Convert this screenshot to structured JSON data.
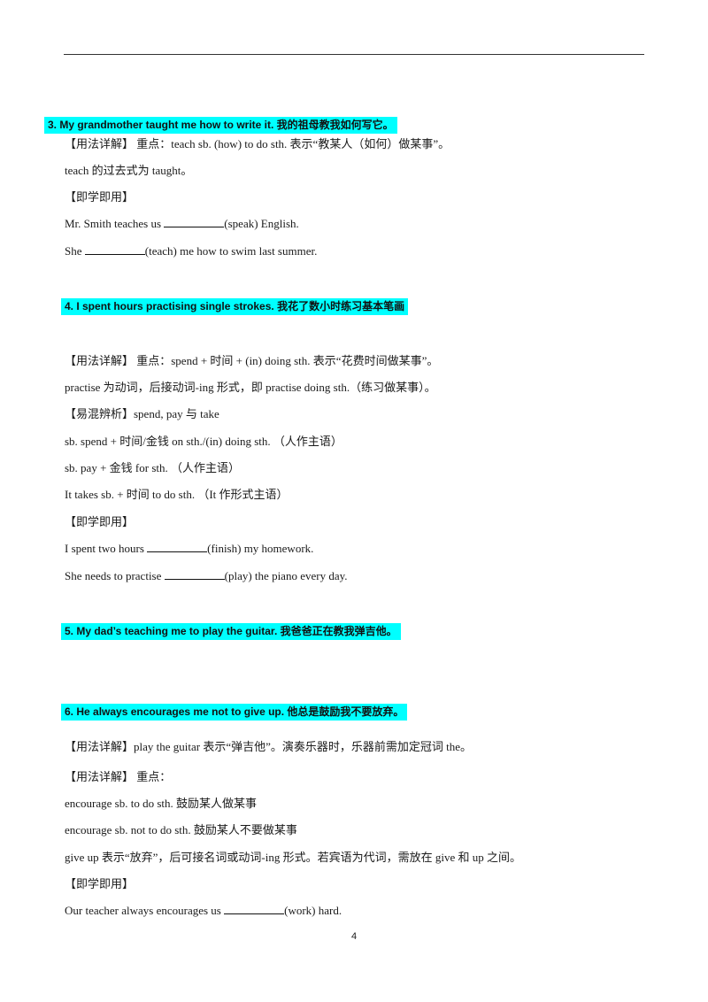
{
  "sec3": {
    "heading": "3. My grandmother taught me how to write it. 我的祖母教我如何写它。",
    "l1": "【用法详解】 重点：teach sb. (how) to do sth. 表示“教某人（如何）做某事”。",
    "l2": "teach 的过去式为  taught。",
    "l3": "【即学即用】",
    "e1a": "Mr. Smith teaches us ",
    "e1b": "(speak) English.",
    "e2a": "She ",
    "e2b": "(teach) me how to swim last summer."
  },
  "sec4": {
    "heading": "4. I spent hours practising single strokes.  我花了数小时练习基本笔画",
    "l1": "【用法详解】 重点：spend + 时间  + (in) doing sth. 表示“花费时间做某事”。",
    "l2": "practise 为动词，后接动词-ing 形式，即  practise doing sth.（练习做某事）。",
    "l3": "【易混辨析】spend, pay 与  take",
    "l4": "sb. spend + 时间/金钱  on sth./(in) doing sth. （人作主语）",
    "l5": "sb. pay + 金钱  for sth. （人作主语）",
    "l6": "It takes sb. + 时间  to do sth. （It 作形式主语）",
    "l7": "【即学即用】",
    "e1a": "I spent two hours ",
    "e1b": "(finish) my homework.",
    "e2a": "She needs to practise ",
    "e2b": "(play) the piano every day."
  },
  "sec5": {
    "heading": "5. My dad’s teaching me to play the guitar.  我爸爸正在教我弹吉他。"
  },
  "sec6": {
    "heading": "6. He always encourages me not to give up.  他总是鼓励我不要放弃。",
    "l1": "【用法详解】play the guitar 表示“弹吉他”。演奏乐器时，乐器前需加定冠词  the。",
    "l2": "【用法详解】 重点：",
    "l3": "encourage sb. to do sth. 鼓励某人做某事",
    "l4": "encourage sb. not to do sth. 鼓励某人不要做某事",
    "l5": "give up 表示“放弃”，后可接名词或动词-ing 形式。若宾语为代词，需放在  give 和  up 之间。",
    "l6": "【即学即用】",
    "e1a": "Our teacher always encourages us ",
    "e1b": "(work) hard."
  },
  "page_number": "4",
  "colors": {
    "highlight": "#00ffff",
    "text": "#1a1a1a"
  }
}
